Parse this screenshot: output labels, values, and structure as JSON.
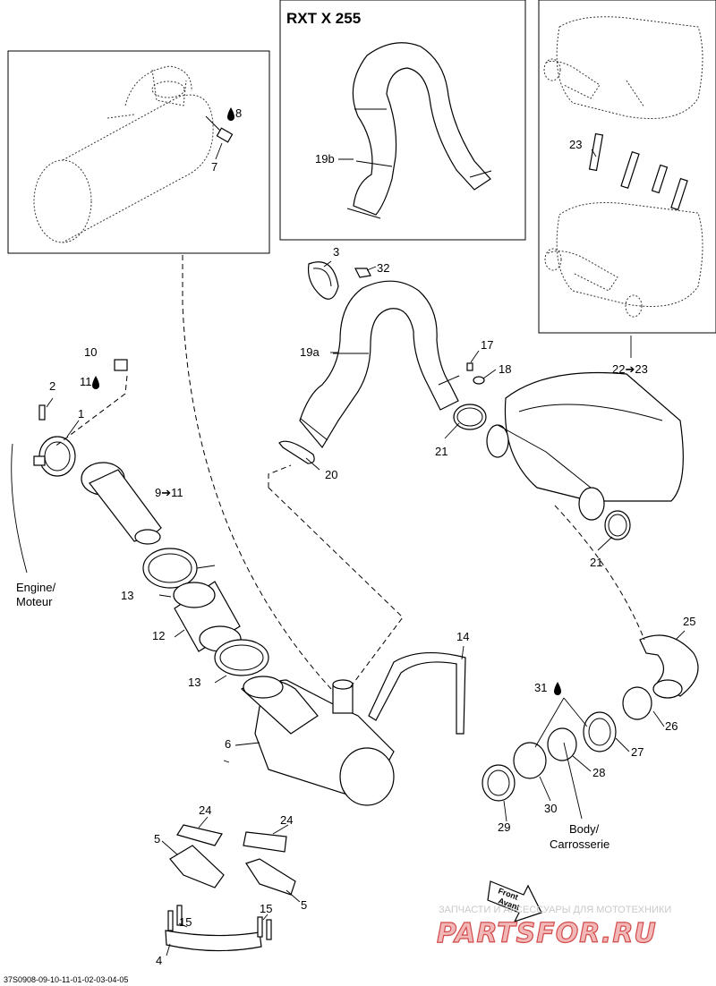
{
  "diagram": {
    "inset_title": "RXT X 255",
    "labels": {
      "l1": "1",
      "l2": "2",
      "l3": "3",
      "l4": "4",
      "l5a": "5",
      "l5b": "5",
      "l6": "6",
      "l7": "7",
      "l8": "8",
      "l9_11": "9➔11",
      "l10": "10",
      "l11": "11",
      "l12": "12",
      "l13a": "13",
      "l13b": "13",
      "l14": "14",
      "l15a": "15",
      "l15b": "15",
      "l17": "17",
      "l18": "18",
      "l19a": "19a",
      "l19b": "19b",
      "l20": "20",
      "l21a": "21",
      "l21b": "21",
      "l22_23": "22➔23",
      "l23": "23",
      "l24a": "24",
      "l24b": "24",
      "l25": "25",
      "l26": "26",
      "l27": "27",
      "l28": "28",
      "l29": "29",
      "l30": "30",
      "l31": "31",
      "l32": "32"
    },
    "engine_label": [
      "Engine/",
      "Moteur"
    ],
    "body_label": [
      "Body/",
      "Carrosserie"
    ],
    "front_label": [
      "Front",
      "Avant"
    ],
    "drawing_code": "37S0908-09-10-11-01-02-03-04-05"
  },
  "watermark": {
    "line1": "ЗАПЧАСТИ И АКСЕССУАРЫ ДЛЯ МОТОТЕХНИКИ",
    "line2": "PARTSFOR.RU"
  },
  "icons": [
    "drop-icon",
    "arrow-icon"
  ]
}
